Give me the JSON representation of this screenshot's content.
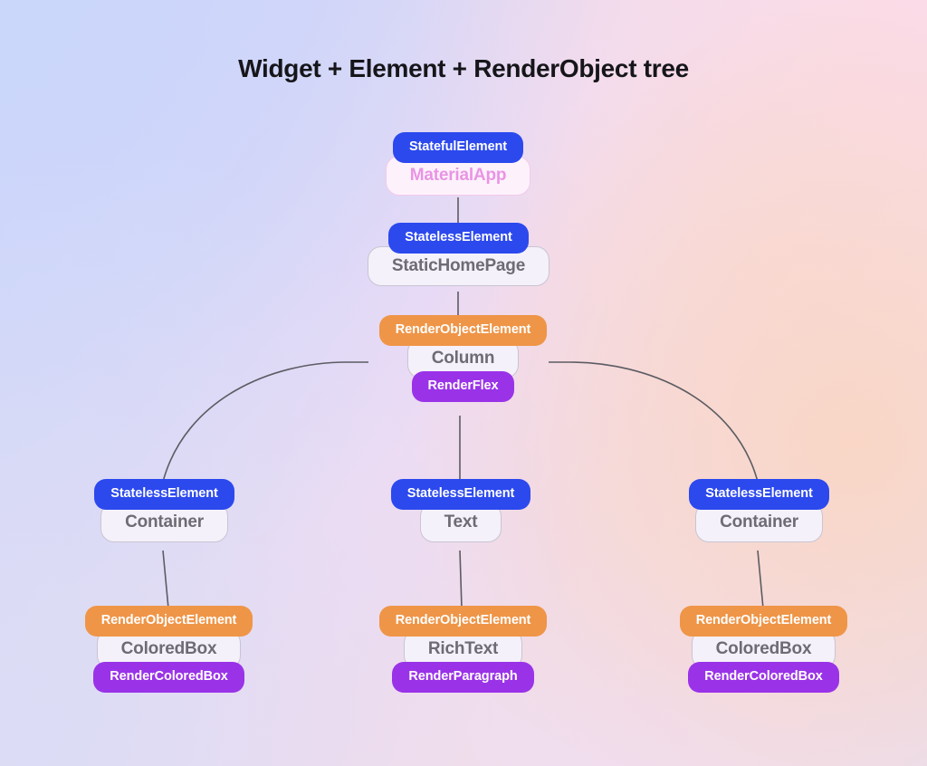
{
  "page": {
    "title": "Widget + Element + RenderObject tree",
    "background_colors": {
      "top_left": "#ccd6fb",
      "top_right": "#f8dce9",
      "center_peach": "#f6e2da",
      "bottom_right": "#e6dff2"
    }
  },
  "palette": {
    "element_blue": "#2c49ee",
    "element_orange": "#ef9547",
    "render_purple": "#9a33e8",
    "widget_fill": "#f5f1fa",
    "widget_text": "#6e6b74",
    "muted_widget_text": "#e994e4",
    "connector": "#5c5c63"
  },
  "tree": {
    "nodes": [
      {
        "id": "material-app",
        "element": "StatefulElement",
        "widget": "MaterialApp",
        "render_object": null,
        "element_kind": "stateful",
        "muted": true
      },
      {
        "id": "static-home-page",
        "element": "StatelessElement",
        "widget": "StaticHomePage",
        "render_object": null,
        "element_kind": "stateless",
        "muted": false
      },
      {
        "id": "column",
        "element": "RenderObjectElement",
        "widget": "Column",
        "render_object": "RenderFlex",
        "element_kind": "renderobject",
        "muted": false
      },
      {
        "id": "container-left",
        "element": "StatelessElement",
        "widget": "Container",
        "render_object": null,
        "element_kind": "stateless",
        "muted": false
      },
      {
        "id": "text-center",
        "element": "StatelessElement",
        "widget": "Text",
        "render_object": null,
        "element_kind": "stateless",
        "muted": false
      },
      {
        "id": "container-right",
        "element": "StatelessElement",
        "widget": "Container",
        "render_object": null,
        "element_kind": "stateless",
        "muted": false
      },
      {
        "id": "colored-box-left",
        "element": "RenderObjectElement",
        "widget": "ColoredBox",
        "render_object": "RenderColoredBox",
        "element_kind": "renderobject",
        "muted": false
      },
      {
        "id": "rich-text-center",
        "element": "RenderObjectElement",
        "widget": "RichText",
        "render_object": "RenderParagraph",
        "element_kind": "renderobject",
        "muted": false
      },
      {
        "id": "colored-box-right",
        "element": "RenderObjectElement",
        "widget": "ColoredBox",
        "render_object": "RenderColoredBox",
        "element_kind": "renderobject",
        "muted": false
      }
    ],
    "edges": [
      {
        "from": "material-app",
        "to": "static-home-page",
        "shape": "straight"
      },
      {
        "from": "static-home-page",
        "to": "column",
        "shape": "straight"
      },
      {
        "from": "column",
        "to": "container-left",
        "shape": "curve-left"
      },
      {
        "from": "column",
        "to": "text-center",
        "shape": "straight"
      },
      {
        "from": "column",
        "to": "container-right",
        "shape": "curve-right"
      },
      {
        "from": "container-left",
        "to": "colored-box-left",
        "shape": "straight"
      },
      {
        "from": "text-center",
        "to": "rich-text-center",
        "shape": "straight"
      },
      {
        "from": "container-right",
        "to": "colored-box-right",
        "shape": "straight"
      }
    ]
  }
}
